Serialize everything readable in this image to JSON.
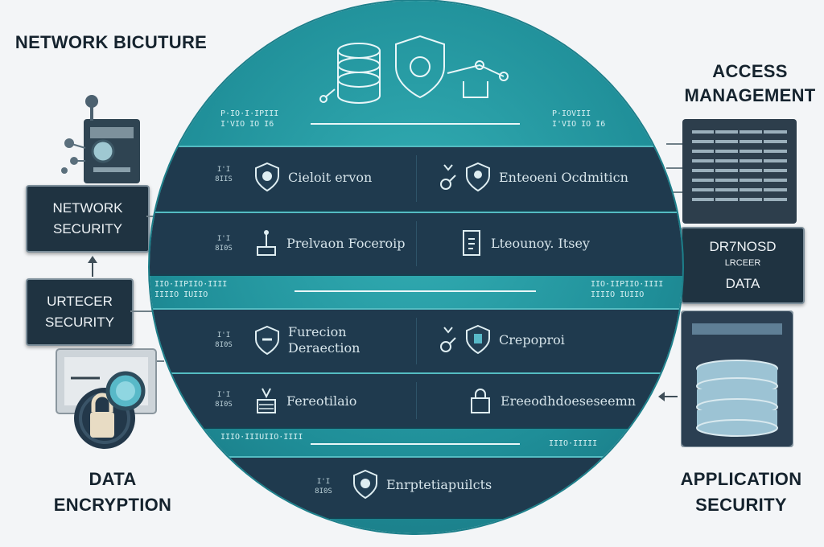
{
  "corners": {
    "top_left": "NETWORK BICUTURE",
    "top_right": [
      "ACCESS",
      "MANAGEMENT"
    ],
    "bottom_left": [
      "DATA",
      "ENCRYPTION"
    ],
    "bottom_right": [
      "APPLICATION",
      "SECURITY"
    ]
  },
  "left_boxes": {
    "network_security": [
      "NETWORK",
      "SECURITY"
    ],
    "urtecer_security": [
      "URTECER",
      "SECURITY"
    ]
  },
  "right_boxes": {
    "data_box": [
      "DR7NOSD",
      "LRCEER",
      "DATA"
    ]
  },
  "circle": {
    "top_left_caption": [
      "P·IO·I·IPIII",
      "I'VIO IO I6"
    ],
    "top_right_caption": [
      "P·IOVIII",
      "I'VIO IO I6"
    ],
    "mid_left_caption": [
      "IIO·IIPIIO·IIII",
      "IIIIO IUIIO"
    ],
    "mid_right_caption": [
      "IIO·IIPIIO·IIII",
      "IIIIO IUIIO"
    ],
    "low_left_caption": "IIIO·IIIUIIO·IIII",
    "low_right_caption": "IIIO·IIIII",
    "rows": [
      {
        "tiny": [
          "I'I",
          "8IIS"
        ],
        "left": "Cieloit ervon",
        "right": "Enteoeni Ocdmiticn"
      },
      {
        "tiny": [
          "I'I",
          "8I0S"
        ],
        "left": "Prelvaon Foceroip",
        "right": "Lteounoy. Itsey"
      },
      {
        "tiny": [
          "I'I",
          "8I0S"
        ],
        "left": [
          "Furecion",
          "Deraection"
        ],
        "right": "Crepoproi"
      },
      {
        "tiny": [
          "I'I",
          "8I0S"
        ],
        "left": "Fereotilaio",
        "right": "Ereeodhdoeseseemn"
      },
      {
        "tiny": [
          "I'I",
          "8I0S"
        ],
        "left": "Enrptetiapuilcts",
        "right": ""
      }
    ]
  },
  "colors": {
    "circle": "#2aa0a8",
    "band": "#1f3a4e",
    "box": "#1f3341"
  }
}
